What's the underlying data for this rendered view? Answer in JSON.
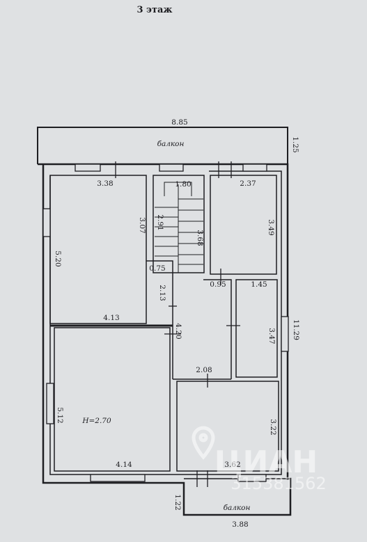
{
  "title": "3 этаж",
  "labels": {
    "total_width": "8.85",
    "balcony_top": "балкон",
    "balcony_top_depth": "1.25",
    "room_a_width": "3.38",
    "stair_width": "1.80",
    "room_b_width": "2.37",
    "room_a_small": "3.07",
    "stair_len_a": "2.91",
    "stair_len_b": "3.68",
    "room_b_length": "3.49",
    "room_a_length": "5.20",
    "hall_step": "0.75",
    "hall_length_a": "2.13",
    "door_offset": "0.95",
    "bath_width": "1.45",
    "room_a_bottom": "4.13",
    "hall_length_b": "4.20",
    "bath_length": "3.47",
    "total_length": "11.29",
    "hall_width": "2.08",
    "room_c_length": "5.12",
    "ceiling_height": "H=2.70",
    "room_d_length": "3.22",
    "room_c_width": "4.14",
    "room_d_width": "3.62",
    "balcony_bottom_depth": "1.22",
    "balcony_bottom": "балкон",
    "balcony_bottom_width": "3.88"
  },
  "watermark": {
    "brand": "ЦИАН",
    "id": "315381562"
  },
  "colors": {
    "paper": "#dfe1e3",
    "line": "#1e1e22",
    "watermark": "#ffffff"
  }
}
